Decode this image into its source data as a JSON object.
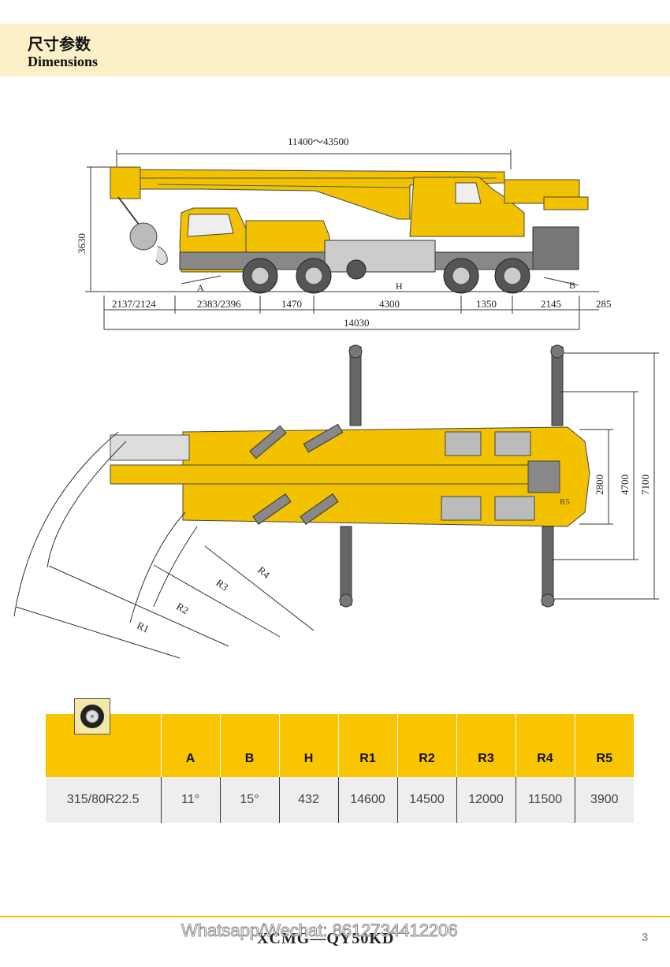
{
  "header": {
    "title_cn": "尺寸参数",
    "title_en": "Dimensions"
  },
  "side_view": {
    "boom_length": "11400～43500",
    "height": "3630",
    "label_a": "A",
    "label_b": "B",
    "label_h": "H",
    "segments": [
      "2137/2124",
      "2383/2396",
      "1470",
      "4300",
      "1350",
      "2145"
    ],
    "rear_overhang": "285",
    "total_length": "14030"
  },
  "top_view": {
    "widths": [
      "2800",
      "4700",
      "7100"
    ],
    "radii": [
      "R1",
      "R2",
      "R3",
      "R4",
      "R5"
    ]
  },
  "table": {
    "headers": [
      "A",
      "B",
      "H",
      "R1",
      "R2",
      "R3",
      "R4",
      "R5"
    ],
    "row": [
      "315/80R22.5",
      "11°",
      "15°",
      "432",
      "14600",
      "14500",
      "12000",
      "11500",
      "3900"
    ]
  },
  "footer": {
    "title": "XCMG—QY50KD",
    "watermark": "Whatsapp/Wechat: 8612734412206",
    "page": "3"
  },
  "colors": {
    "crane_yellow": "#f2c200",
    "header_band": "#fbf0c8",
    "table_header": "#f9c400"
  }
}
